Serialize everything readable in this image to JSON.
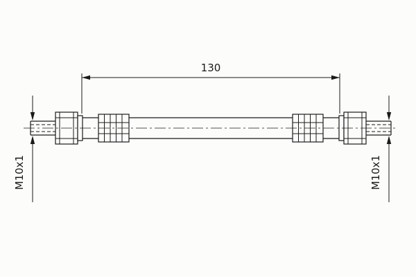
{
  "meta": {
    "drawing_type": "technical line drawing of a brake hose with crimped end fittings"
  },
  "colors": {
    "line": "#1a1a1a",
    "background": "#fcfcfa"
  },
  "labels": {
    "length_dimension": "130",
    "thread_left": "M10x1",
    "thread_right": "M10x1"
  }
}
